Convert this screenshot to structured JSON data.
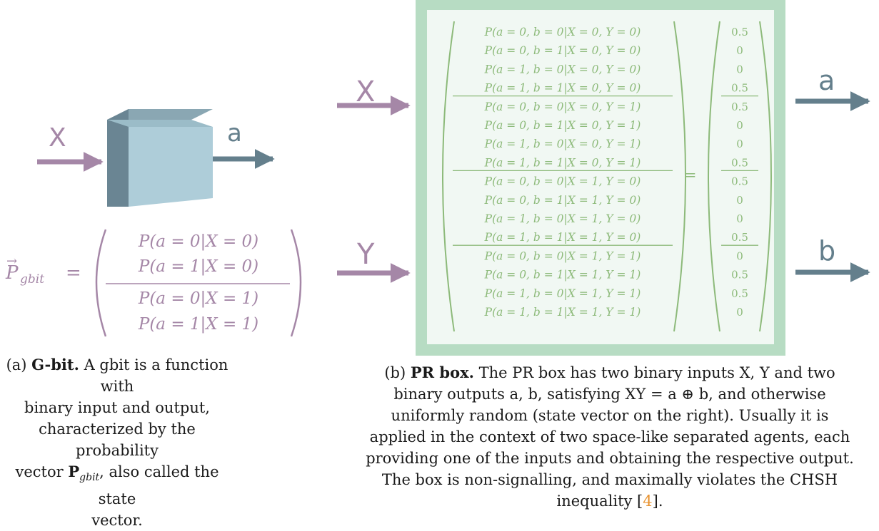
{
  "colors": {
    "purple": "#a587a7",
    "green_text": "#8dba7a",
    "green_frame": "#b7dcc3",
    "green_panel": "#f1f8f3",
    "teal_arrow": "#647f8c",
    "box_front": "#aecdd9",
    "box_top": "#8aa7b3",
    "box_side": "#6a8593",
    "ref_orange": "#e8922e"
  },
  "gbit": {
    "input_label": "X",
    "output_label": "a",
    "vector_symbol": "P",
    "vector_subscript": "gbit",
    "equals": "=",
    "entries": [
      "P(a = 0|X = 0)",
      "P(a = 1|X = 0)",
      "P(a = 0|X = 1)",
      "P(a = 1|X = 1)"
    ]
  },
  "prbox": {
    "input_labels": [
      "X",
      "Y"
    ],
    "output_labels": [
      "a",
      "b"
    ],
    "equals": "=",
    "entries": [
      "P(a = 0, b = 0|X = 0, Y = 0)",
      "P(a = 0, b = 1|X = 0, Y = 0)",
      "P(a = 1, b = 0|X = 0, Y = 0)",
      "P(a = 1, b = 1|X = 0, Y = 0)",
      "P(a = 0, b = 0|X = 0, Y = 1)",
      "P(a = 0, b = 1|X = 0, Y = 1)",
      "P(a = 1, b = 0|X = 0, Y = 1)",
      "P(a = 1, b = 1|X = 0, Y = 1)",
      "P(a = 0, b = 0|X = 1, Y = 0)",
      "P(a = 0, b = 1|X = 1, Y = 0)",
      "P(a = 1, b = 0|X = 1, Y = 0)",
      "P(a = 1, b = 1|X = 1, Y = 0)",
      "P(a = 0, b = 0|X = 1, Y = 1)",
      "P(a = 0, b = 1|X = 1, Y = 1)",
      "P(a = 1, b = 0|X = 1, Y = 1)",
      "P(a = 1, b = 1|X = 1, Y = 1)"
    ],
    "values": [
      "0.5",
      "0",
      "0",
      "0.5",
      "0.5",
      "0",
      "0",
      "0.5",
      "0.5",
      "0",
      "0",
      "0.5",
      "0",
      "0.5",
      "0.5",
      "0"
    ]
  },
  "captions": {
    "a": {
      "tag": "(a)",
      "title": "G-bit.",
      "line1": " A gbit is a function with",
      "line2": "binary input and output,",
      "line3": "characterized by the probability",
      "line4_pre": "vector ",
      "line4_bold": "P",
      "line4_sub": "gbit",
      "line4_post": ", also called the state",
      "line5": "vector."
    },
    "b": {
      "tag": "(b)",
      "title": "PR box.",
      "line1": " The PR box has two binary inputs X, Y and two",
      "line2": "binary outputs a, b, satisfying XY = a ⊕ b, and otherwise",
      "line3": "uniformly random (state vector on the right). Usually it is",
      "line4": "applied in the context of two space-like separated agents, each",
      "line5": "providing one of the inputs and obtaining the respective output.",
      "line6": "The box is non-signalling, and maximally violates the CHSH",
      "line7_pre": "inequality [",
      "line7_ref": "4",
      "line7_post": "]."
    }
  }
}
